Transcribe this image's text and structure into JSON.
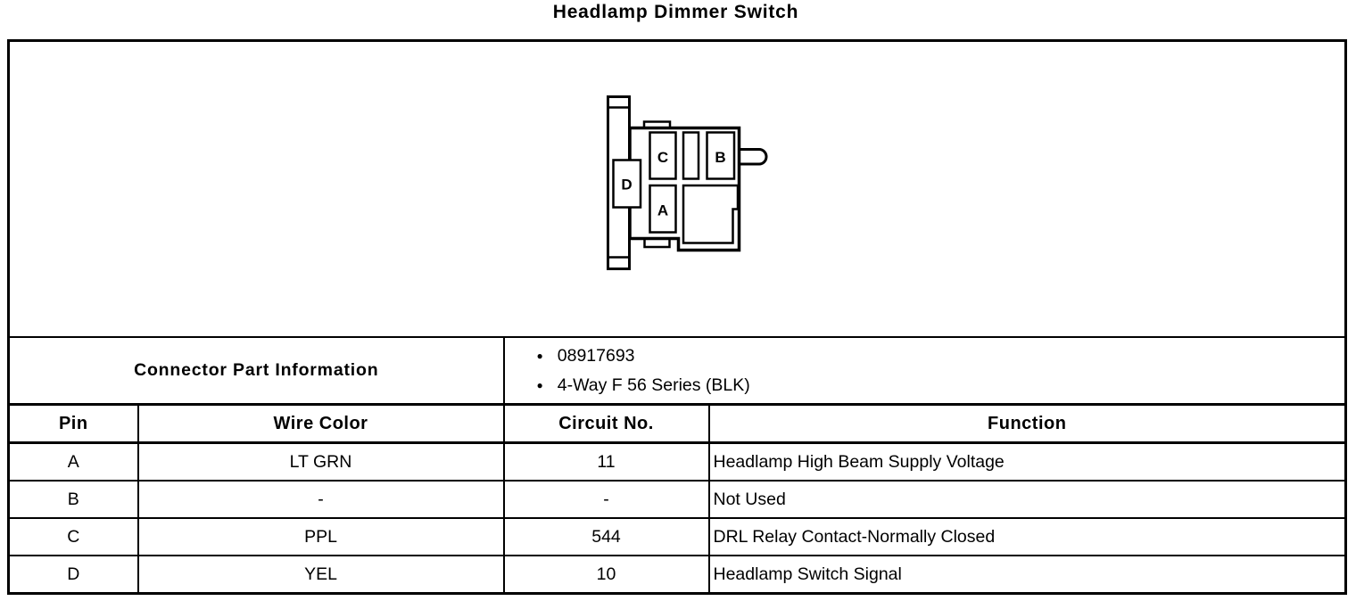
{
  "page": {
    "title": "Headlamp Dimmer Switch"
  },
  "bullet_glyph": "●",
  "diagram": {
    "description": "4-way connector face view",
    "cavity_labels": {
      "a": "A",
      "b": "B",
      "c": "C",
      "d": "D"
    }
  },
  "table": {
    "part_info": {
      "label": "Connector Part Information",
      "items": [
        "08917693",
        "4-Way F 56 Series (BLK)"
      ]
    },
    "headers": [
      "Pin",
      "Wire Color",
      "Circuit No.",
      "Function"
    ],
    "rows": [
      {
        "pin": "A",
        "wire_color": "LT GRN",
        "circuit_no": "11",
        "function": "Headlamp High Beam Supply Voltage"
      },
      {
        "pin": "B",
        "wire_color": "-",
        "circuit_no": "-",
        "function": "Not Used"
      },
      {
        "pin": "C",
        "wire_color": "PPL",
        "circuit_no": "544",
        "function": "DRL Relay Contact-Normally Closed"
      },
      {
        "pin": "D",
        "wire_color": "YEL",
        "circuit_no": "10",
        "function": "Headlamp Switch Signal"
      }
    ],
    "colors": {
      "border": "#000000",
      "background": "#ffffff",
      "text": "#000000"
    }
  }
}
